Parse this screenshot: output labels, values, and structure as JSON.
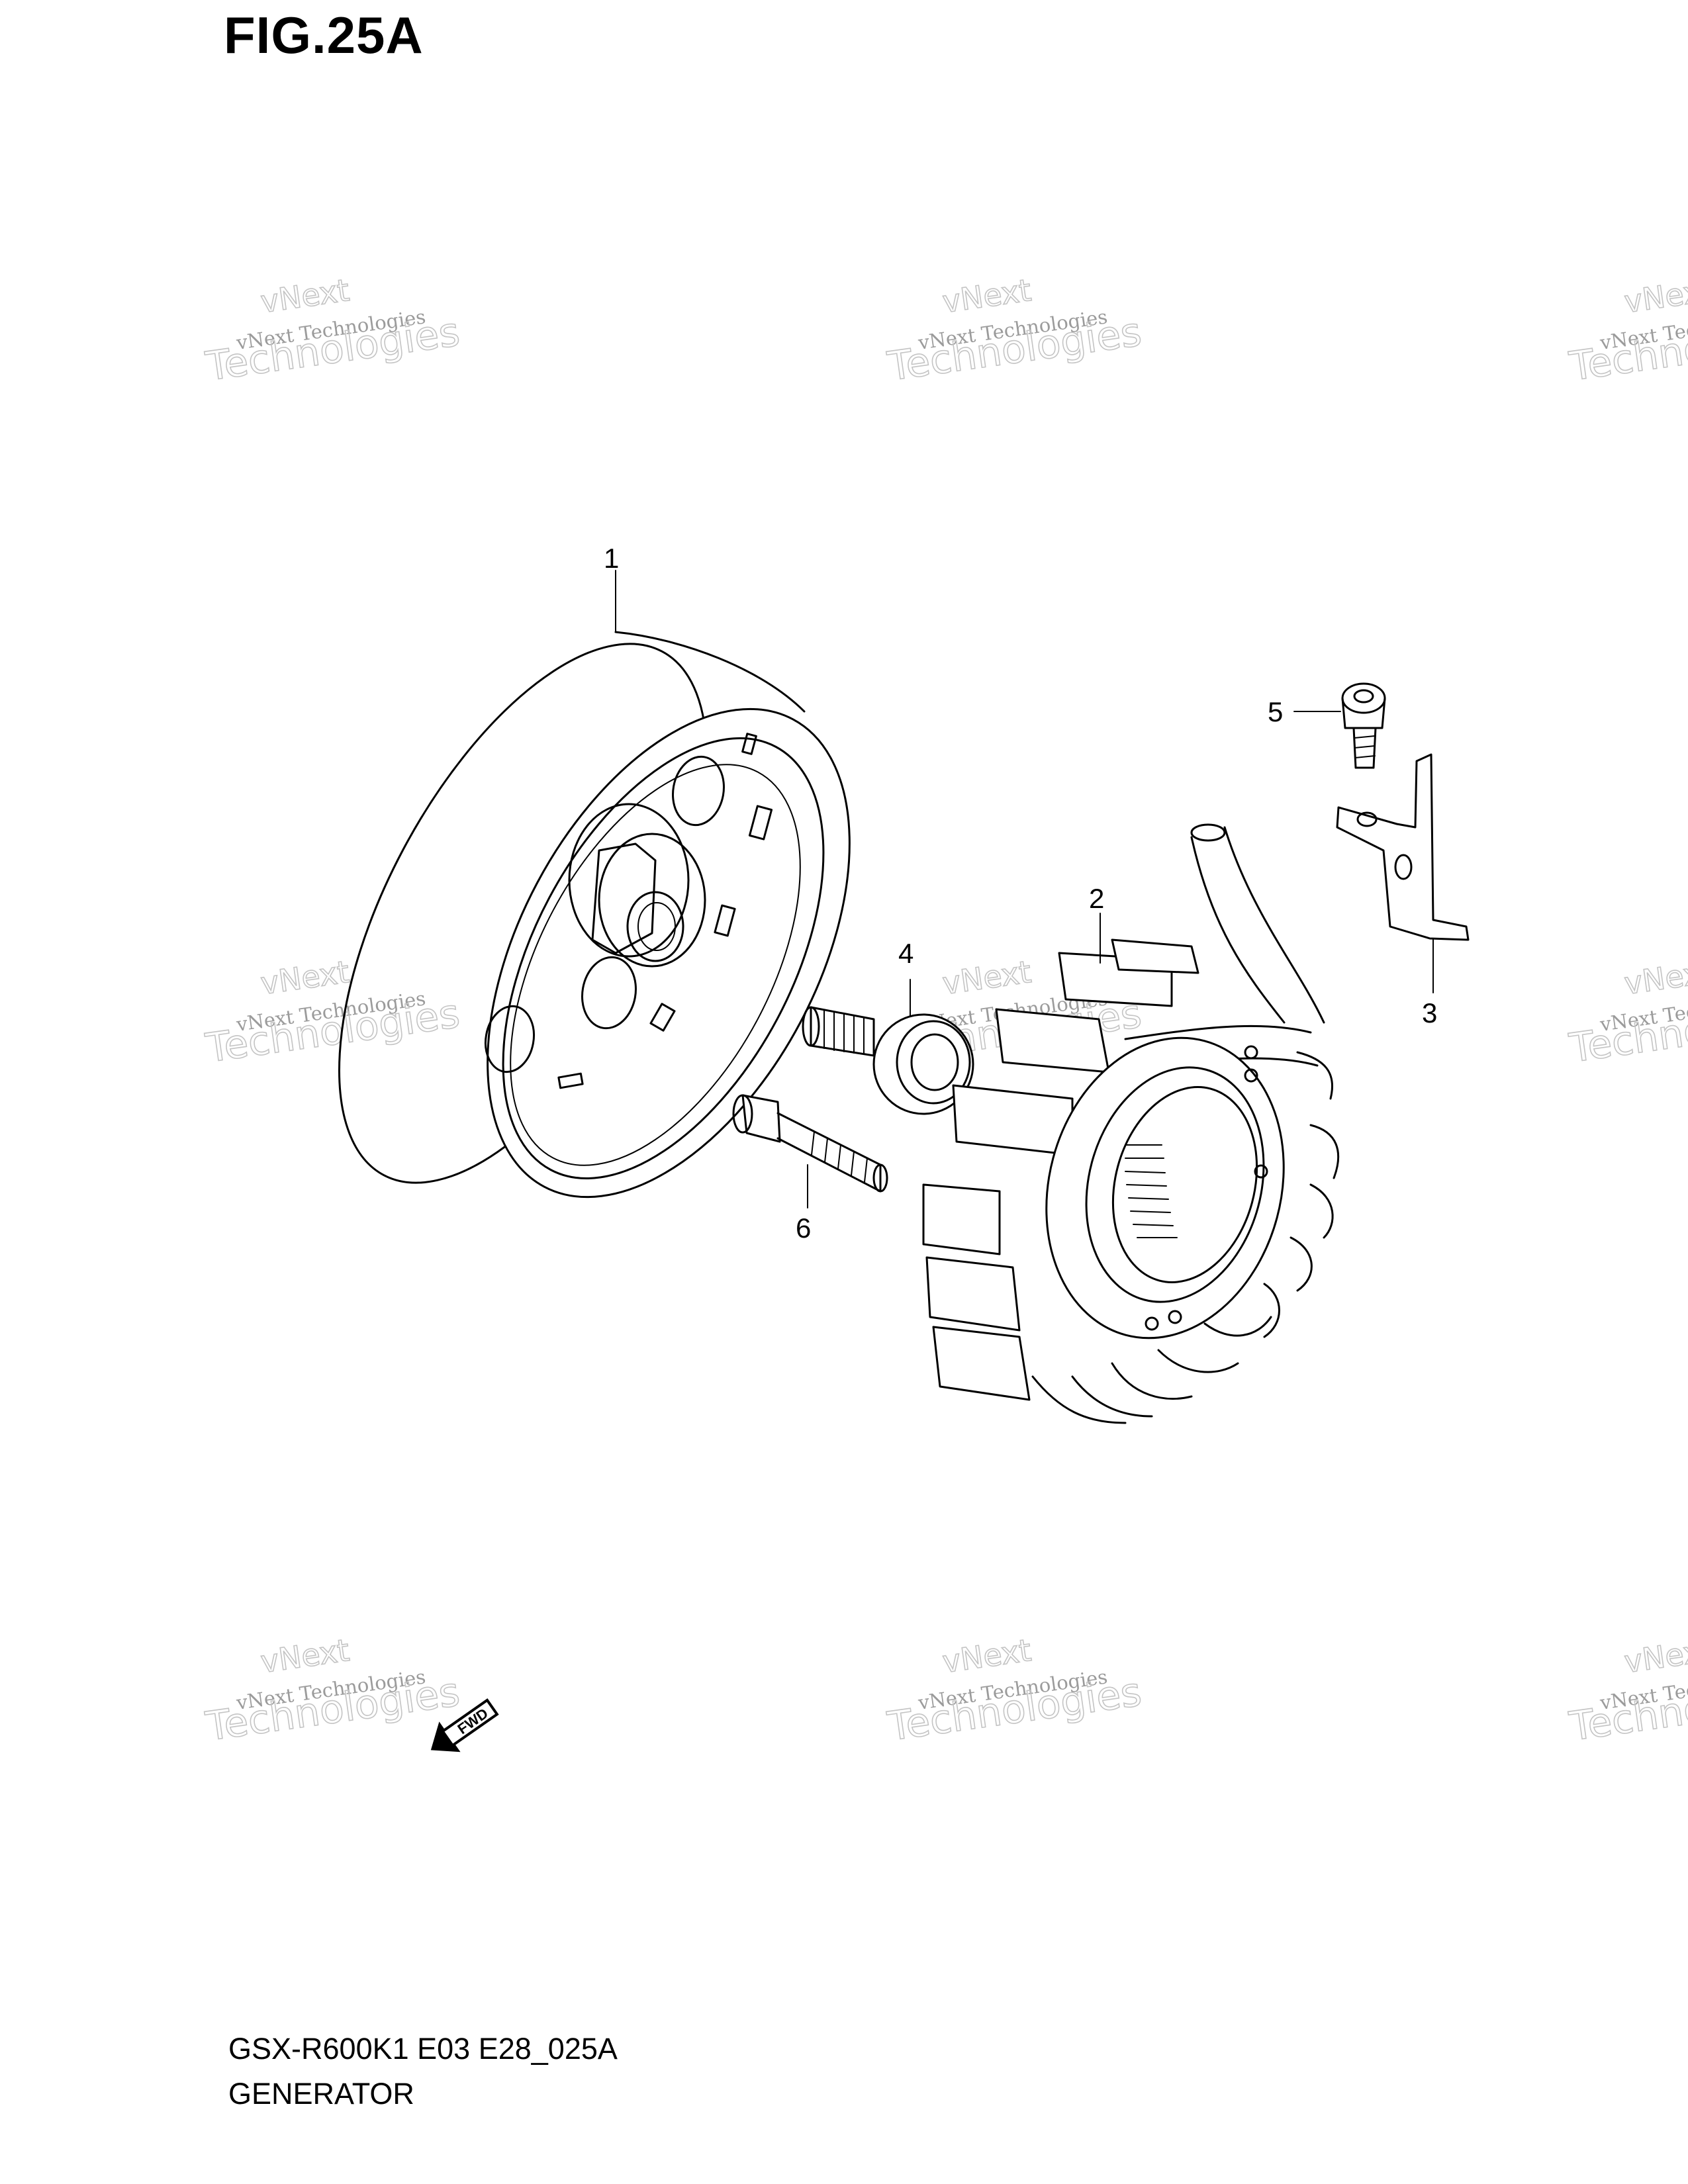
{
  "figure": {
    "title": "FIG.25A",
    "model_code": "GSX-R600K1 E03 E28_025A",
    "section_name": "GENERATOR"
  },
  "callouts": [
    "1",
    "2",
    "3",
    "4",
    "5",
    "6"
  ],
  "watermark": {
    "line_small": "vNext Technologies",
    "line_big_top": "vNext",
    "line_big_bottom": "Technologies"
  },
  "direction_badge": {
    "label": "FWD",
    "icon": "forward-arrow-icon"
  }
}
